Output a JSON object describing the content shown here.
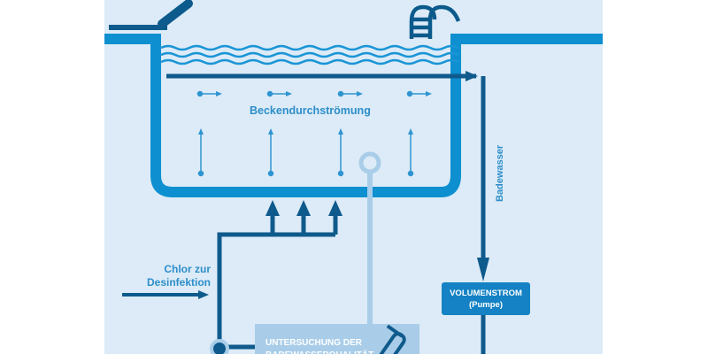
{
  "diagram": {
    "labels": {
      "flow": "Beckendurchströmung",
      "chlor_line1": "Chlor zur",
      "chlor_line2": "Desinfektion",
      "bade": "Badewasser",
      "vol_line1": "VOLUMENSTROM",
      "vol_line2": "(Pumpe)",
      "unt_line1": "UNTERSUCHUNG DER",
      "unt_line2": "BADEWASSERQUALITÄT"
    },
    "colors": {
      "background_panel": "#dcebf7",
      "pool_outline": "#0d8fd0",
      "pipe_dark": "#0f5a8c",
      "pipe_light": "#a9cde9",
      "arrow_light": "#2f94d1",
      "label_blue": "#2d8ec9",
      "box_text": "#ffffff"
    },
    "icons": [
      "diving-board-icon",
      "pool-ladder-icon",
      "test-tube-icon"
    ]
  }
}
